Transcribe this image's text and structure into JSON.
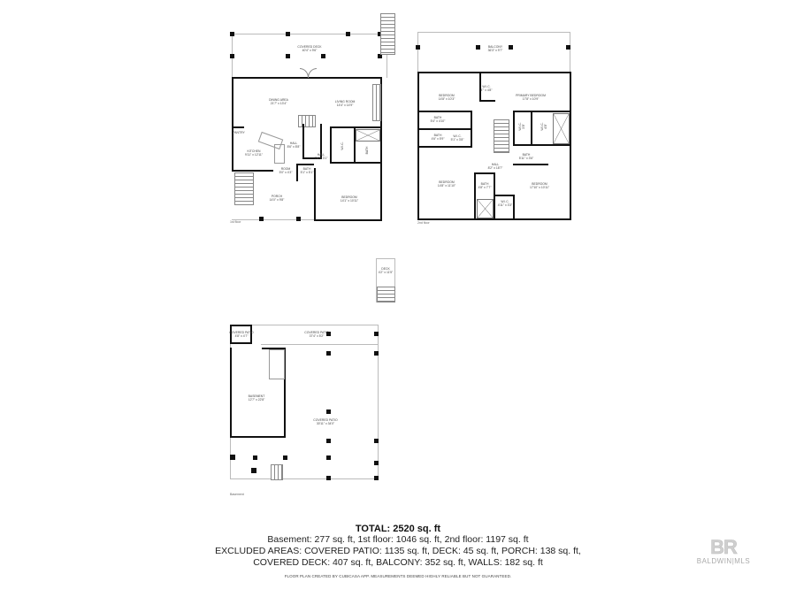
{
  "floors": {
    "first": {
      "name": "1st floor",
      "rooms": [
        {
          "name": "COVERED DECK",
          "dims": "40'4\" x 9'6\""
        },
        {
          "name": "DINING AREA",
          "dims": "21'7\" x 13'4\""
        },
        {
          "name": "LIVING ROOM",
          "dims": "14'4\" x 14'9\""
        },
        {
          "name": "PANTRY",
          "dims": ""
        },
        {
          "name": "KITCHEN",
          "dims": "9'11\" x 12'11\""
        },
        {
          "name": "HALL",
          "dims": "8'6\" x 8'8\""
        },
        {
          "name": "ROOM",
          "dims": "5'0\" x 4'3\""
        },
        {
          "name": "BATH",
          "dims": "5'1\" x 5'1\""
        },
        {
          "name": "HALL",
          "dims": "7'6\" x 3'1\""
        },
        {
          "name": "W.I.C.",
          "dims": ""
        },
        {
          "name": "BATH",
          "dims": ""
        },
        {
          "name": "PORCH",
          "dims": "14'0\" x 9'8\""
        },
        {
          "name": "BEDROOM",
          "dims": "14'1\" x 10'11\""
        }
      ]
    },
    "second": {
      "name": "2nd floor",
      "rooms": [
        {
          "name": "BALCONY",
          "dims": "36'3\" x 9'7\""
        },
        {
          "name": "BEDROOM",
          "dims": "14'8\" x 10'3\""
        },
        {
          "name": "W.I.C.",
          "dims": "4'\" x 4'8\""
        },
        {
          "name": "PRIMARY BEDROOM",
          "dims": "17'8\" x 10'9\""
        },
        {
          "name": "BATH",
          "dims": "5'4\" x 4'10\""
        },
        {
          "name": "BATH",
          "dims": "4'6\" x 5'9\""
        },
        {
          "name": "W.I.C.",
          "dims": "5'1\" x 3'8\""
        },
        {
          "name": "W.I.C.",
          "dims": "3'8\""
        },
        {
          "name": "W.I.C.",
          "dims": "4'8\""
        },
        {
          "name": "BATH",
          "dims": "5'11\" x 3'6\""
        },
        {
          "name": "HALL",
          "dims": "8'2\" x 18'7\""
        },
        {
          "name": "BEDROOM",
          "dims": "14'8\" x 11'10\""
        },
        {
          "name": "BATH",
          "dims": "4'8\" x 7'7\""
        },
        {
          "name": "W.I.C.",
          "dims": "4'11\" x 3'3\""
        },
        {
          "name": "BEDROOM",
          "dims": "17'10\" x 10'11\""
        }
      ]
    },
    "deck": {
      "rooms": [
        {
          "name": "DECK",
          "dims": "4'2\" x 11'5\""
        }
      ]
    },
    "basement": {
      "name": "Basement",
      "rooms": [
        {
          "name": "COVERED PATIO",
          "dims": "4'8\" x 4'7\""
        },
        {
          "name": "COVERED PATIO",
          "dims": "37'4\" x 5'2\""
        },
        {
          "name": "BASEMENT",
          "dims": "12'7\" x 22'8\""
        },
        {
          "name": "COVERED PATIO",
          "dims": "30'11\" x 34'0\""
        }
      ]
    }
  },
  "summary": {
    "total": "TOTAL: 2520 sq. ft",
    "line1": "Basement: 277 sq. ft, 1st floor: 1046 sq. ft, 2nd floor: 1197 sq. ft",
    "line2": "EXCLUDED AREAS: COVERED PATIO: 1135 sq. ft, DECK: 45 sq. ft, PORCH: 138 sq. ft,",
    "line3": "COVERED DECK: 407 sq. ft, BALCONY: 352 sq. ft, WALLS: 182 sq. ft",
    "disclaimer": "FLOOR PLAN CREATED BY CUBICASA APP. MEASUREMENTS DEEMED HIGHLY RELIABLE BUT NOT GUARANTEED."
  },
  "watermark": {
    "mark": "BR",
    "name": "BALDWIN|MLS"
  }
}
